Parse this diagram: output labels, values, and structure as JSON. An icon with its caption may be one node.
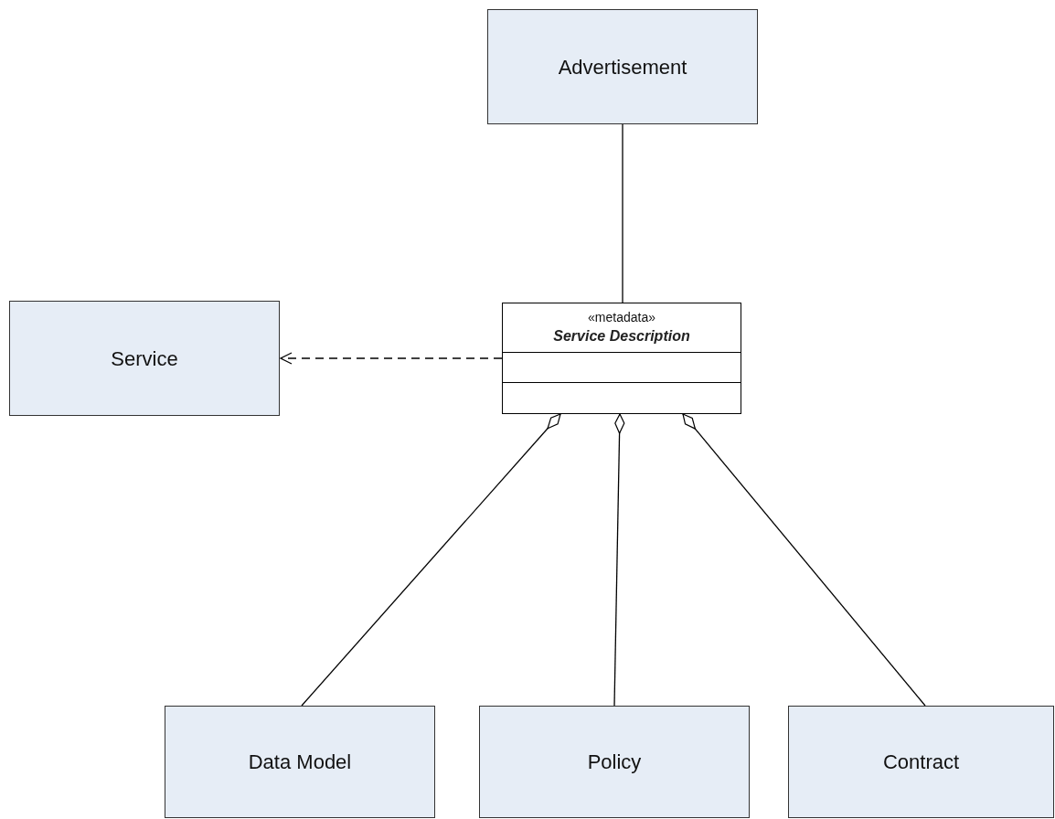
{
  "diagram": {
    "nodes": [
      {
        "text": [
          "Advertisement"
        ]
      },
      {
        "text": [
          "Service"
        ]
      },
      {
        "text": [
          "«metadata»",
          "Service Description"
        ]
      },
      {
        "text": [
          "Data Model"
        ]
      },
      {
        "text": [
          "Policy"
        ]
      },
      {
        "text": [
          "Contract"
        ]
      }
    ],
    "edges": [
      {
        "from": 0,
        "to": 2,
        "arrow": "none"
      },
      {
        "from": 2,
        "to": 1,
        "arrow": "to",
        "style": "dashed"
      },
      {
        "from": 2,
        "to": 3,
        "arrow": "other"
      },
      {
        "from": 2,
        "to": 4,
        "arrow": "other"
      },
      {
        "from": 2,
        "to": 5,
        "arrow": "other"
      }
    ]
  }
}
